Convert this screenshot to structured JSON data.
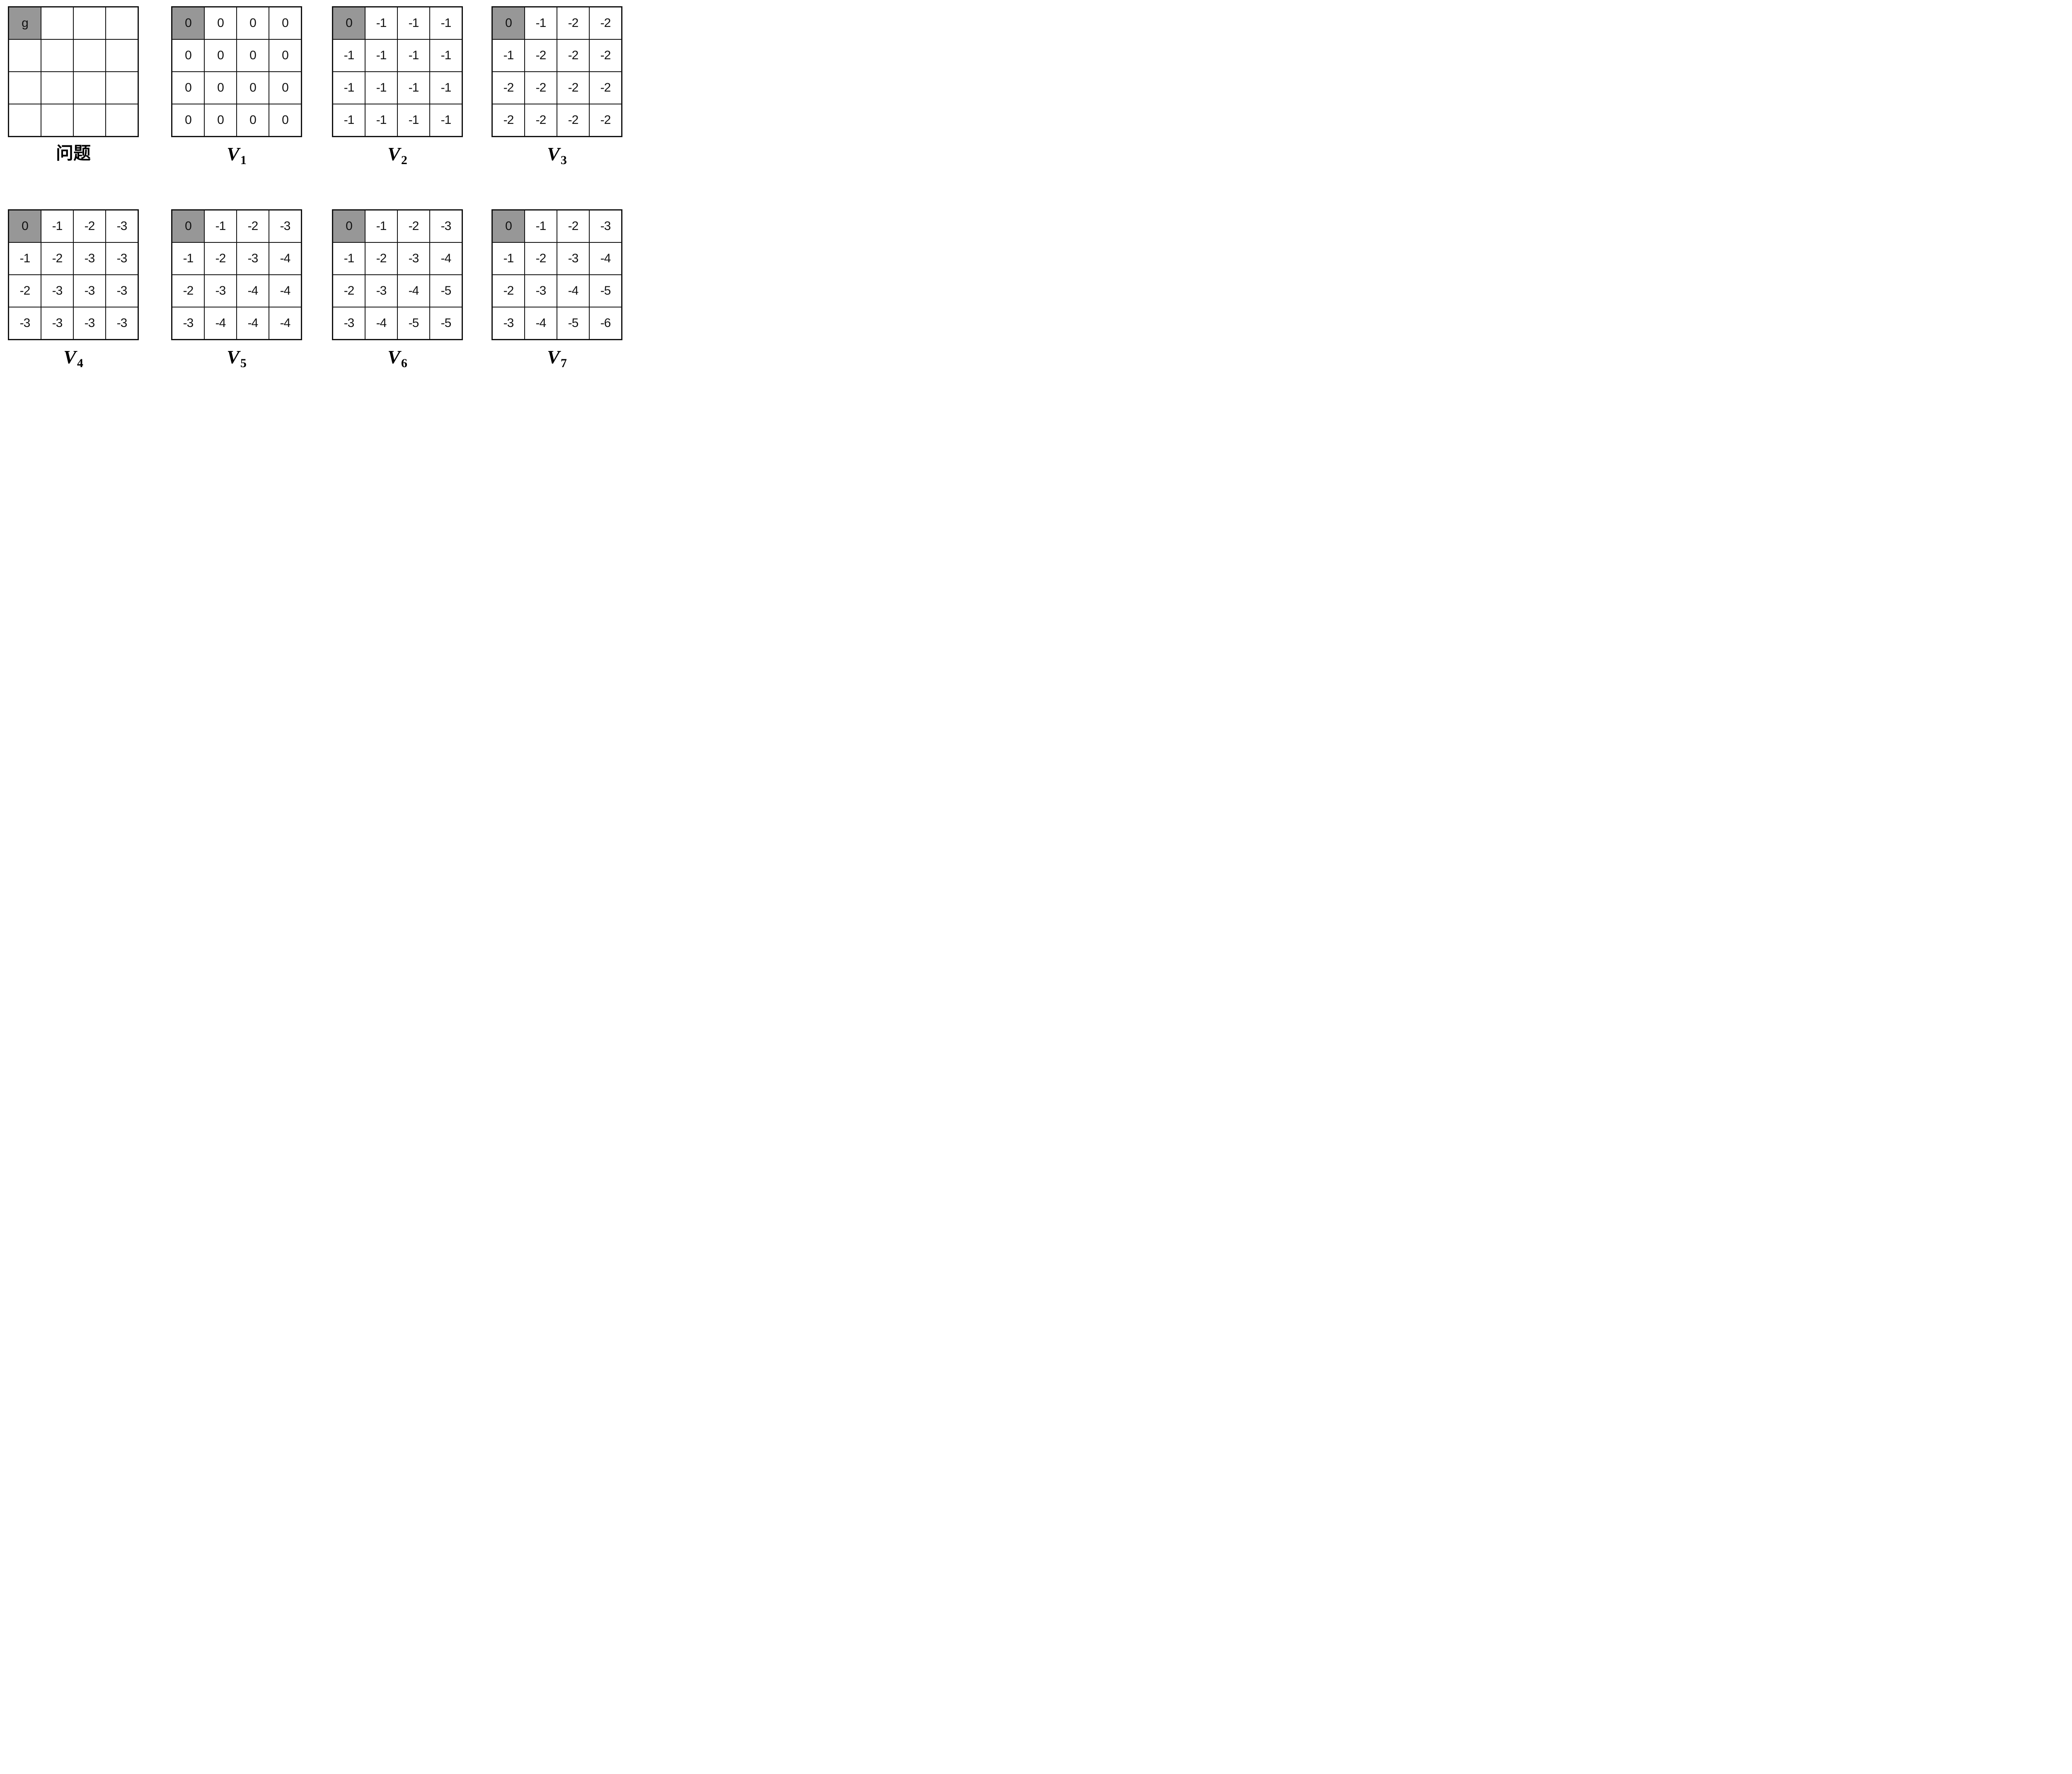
{
  "colors": {
    "goal_cell_bg": "#979797",
    "grid_line": "#111111",
    "background": "#ffffff"
  },
  "grids": [
    {
      "id": "problem",
      "label": "问题",
      "goal_cell": [
        0,
        0
      ],
      "cells": [
        [
          "g",
          "",
          "",
          ""
        ],
        [
          "",
          "",
          "",
          ""
        ],
        [
          "",
          "",
          "",
          ""
        ],
        [
          "",
          "",
          "",
          ""
        ]
      ]
    },
    {
      "id": "V1",
      "label_base": "V",
      "label_sub": "1",
      "goal_cell": [
        0,
        0
      ],
      "cells": [
        [
          "0",
          "0",
          "0",
          "0"
        ],
        [
          "0",
          "0",
          "0",
          "0"
        ],
        [
          "0",
          "0",
          "0",
          "0"
        ],
        [
          "0",
          "0",
          "0",
          "0"
        ]
      ]
    },
    {
      "id": "V2",
      "label_base": "V",
      "label_sub": "2",
      "goal_cell": [
        0,
        0
      ],
      "cells": [
        [
          "0",
          "-1",
          "-1",
          "-1"
        ],
        [
          "-1",
          "-1",
          "-1",
          "-1"
        ],
        [
          "-1",
          "-1",
          "-1",
          "-1"
        ],
        [
          "-1",
          "-1",
          "-1",
          "-1"
        ]
      ]
    },
    {
      "id": "V3",
      "label_base": "V",
      "label_sub": "3",
      "goal_cell": [
        0,
        0
      ],
      "cells": [
        [
          "0",
          "-1",
          "-2",
          "-2"
        ],
        [
          "-1",
          "-2",
          "-2",
          "-2"
        ],
        [
          "-2",
          "-2",
          "-2",
          "-2"
        ],
        [
          "-2",
          "-2",
          "-2",
          "-2"
        ]
      ]
    },
    {
      "id": "V4",
      "label_base": "V",
      "label_sub": "4",
      "goal_cell": [
        0,
        0
      ],
      "cells": [
        [
          "0",
          "-1",
          "-2",
          "-3"
        ],
        [
          "-1",
          "-2",
          "-3",
          "-3"
        ],
        [
          "-2",
          "-3",
          "-3",
          "-3"
        ],
        [
          "-3",
          "-3",
          "-3",
          "-3"
        ]
      ]
    },
    {
      "id": "V5",
      "label_base": "V",
      "label_sub": "5",
      "goal_cell": [
        0,
        0
      ],
      "cells": [
        [
          "0",
          "-1",
          "-2",
          "-3"
        ],
        [
          "-1",
          "-2",
          "-3",
          "-4"
        ],
        [
          "-2",
          "-3",
          "-4",
          "-4"
        ],
        [
          "-3",
          "-4",
          "-4",
          "-4"
        ]
      ]
    },
    {
      "id": "V6",
      "label_base": "V",
      "label_sub": "6",
      "goal_cell": [
        0,
        0
      ],
      "cells": [
        [
          "0",
          "-1",
          "-2",
          "-3"
        ],
        [
          "-1",
          "-2",
          "-3",
          "-4"
        ],
        [
          "-2",
          "-3",
          "-4",
          "-5"
        ],
        [
          "-3",
          "-4",
          "-5",
          "-5"
        ]
      ]
    },
    {
      "id": "V7",
      "label_base": "V",
      "label_sub": "7",
      "goal_cell": [
        0,
        0
      ],
      "cells": [
        [
          "0",
          "-1",
          "-2",
          "-3"
        ],
        [
          "-1",
          "-2",
          "-3",
          "-4"
        ],
        [
          "-2",
          "-3",
          "-4",
          "-5"
        ],
        [
          "-3",
          "-4",
          "-5",
          "-6"
        ]
      ]
    }
  ]
}
